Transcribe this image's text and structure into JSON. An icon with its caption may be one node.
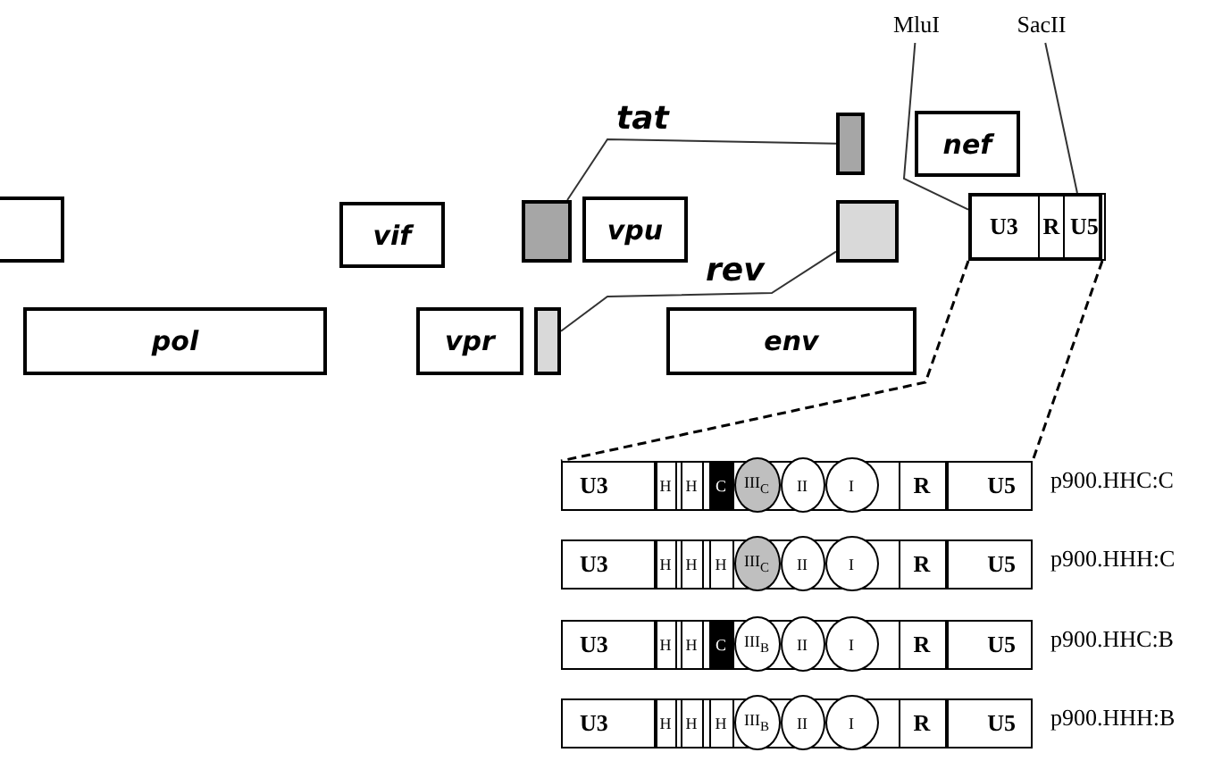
{
  "diagram": {
    "nodes": [
      {
        "text": [],
        "shape": "box"
      },
      {
        "text": [
          "vif"
        ]
      },
      {
        "text": [
          "pol"
        ]
      },
      {
        "text": [],
        "shape": "box"
      },
      {
        "text": [
          "vpu"
        ]
      },
      {
        "text": [
          "vpr"
        ]
      },
      {
        "text": [],
        "shape": "box"
      },
      {
        "text": [
          "MluI"
        ]
      },
      {
        "text": [
          "SacII"
        ]
      },
      {
        "text": [],
        "shape": "box"
      },
      {
        "text": [
          "nef"
        ]
      },
      {
        "text": [],
        "shape": "box"
      },
      {
        "text": [
          "env"
        ]
      },
      {
        "text": [],
        "shape": "box"
      },
      {
        "text": [
          "U3"
        ],
        "in": 13
      },
      {
        "text": [
          "R"
        ],
        "in": 13
      },
      {
        "text": [
          "U5"
        ],
        "in": 13
      },
      {
        "text": [],
        "shape": "box",
        "beside": [
          "p900.HHC:C"
        ]
      },
      {
        "text": [
          "U3"
        ],
        "in": 17
      },
      {
        "text": [
          "H"
        ],
        "in": 17
      },
      {
        "text": [
          "H"
        ],
        "in": 17
      },
      {
        "text": [
          "C"
        ],
        "in": 17
      },
      {
        "text": [
          "III$_{C}$"
        ],
        "in": 17
      },
      {
        "text": [
          "II"
        ],
        "in": 17
      },
      {
        "text": [
          "I"
        ],
        "in": 17
      },
      {
        "text": [
          "R"
        ],
        "in": 17
      },
      {
        "text": [
          "U5"
        ],
        "in": 17
      },
      {
        "text": [],
        "shape": "box",
        "beside": [
          "p900.HHH:C"
        ]
      },
      {
        "text": [
          "U3"
        ],
        "in": 27
      },
      {
        "text": [
          "H"
        ],
        "in": 27
      },
      {
        "text": [
          "H"
        ],
        "in": 27
      },
      {
        "text": [
          "H"
        ],
        "in": 27
      },
      {
        "text": [
          "III$_{C}$"
        ],
        "in": 27
      },
      {
        "text": [
          "II"
        ],
        "in": 27
      },
      {
        "text": [
          "I"
        ],
        "in": 27
      },
      {
        "text": [
          "R"
        ],
        "in": 27
      },
      {
        "text": [
          "U5"
        ],
        "in": 27
      },
      {
        "text": [],
        "shape": "box",
        "beside": [
          "p900.HHC:B"
        ]
      },
      {
        "text": [
          "U3"
        ],
        "in": 37
      },
      {
        "text": [
          "H"
        ],
        "in": 37
      },
      {
        "text": [
          "H"
        ],
        "in": 37
      },
      {
        "text": [
          "C"
        ],
        "in": 37
      },
      {
        "text": [
          "III$_{B}$"
        ],
        "in": 37
      },
      {
        "text": [
          "II"
        ],
        "in": 37
      },
      {
        "text": [
          "I"
        ],
        "in": 37
      },
      {
        "text": [
          "R"
        ],
        "in": 37
      },
      {
        "text": [
          "U5"
        ],
        "in": 37
      },
      {
        "text": [],
        "shape": "box",
        "beside": [
          "p900.HHH:B"
        ]
      },
      {
        "text": [
          "U3"
        ],
        "in": 47
      },
      {
        "text": [
          "H"
        ],
        "in": 47
      },
      {
        "text": [
          "H"
        ],
        "in": 47
      },
      {
        "text": [
          "H"
        ],
        "in": 47
      },
      {
        "text": [
          "III$_{B}$"
        ],
        "in": 47
      },
      {
        "text": [
          "II"
        ],
        "in": 47
      },
      {
        "text": [
          "I"
        ],
        "in": 47
      },
      {
        "text": [
          "R"
        ],
        "in": 47
      },
      {
        "text": [
          "U5"
        ],
        "in": 47
      }
    ],
    "edges": [
      {
        "from": 3,
        "to": 9,
        "arrow": "none",
        "label": "tat"
      },
      {
        "from": 6,
        "to": 11,
        "arrow": "none",
        "label": "rev"
      },
      {
        "from": 7,
        "to": 14,
        "arrow": "none"
      },
      {
        "from": 8,
        "to": 16,
        "arrow": "none"
      },
      {
        "from": 13,
        "to": 17,
        "arrow": "none",
        "style": "dashed"
      },
      {
        "from": 13,
        "to": 17,
        "arrow": "none",
        "style": "dashed"
      }
    ]
  }
}
